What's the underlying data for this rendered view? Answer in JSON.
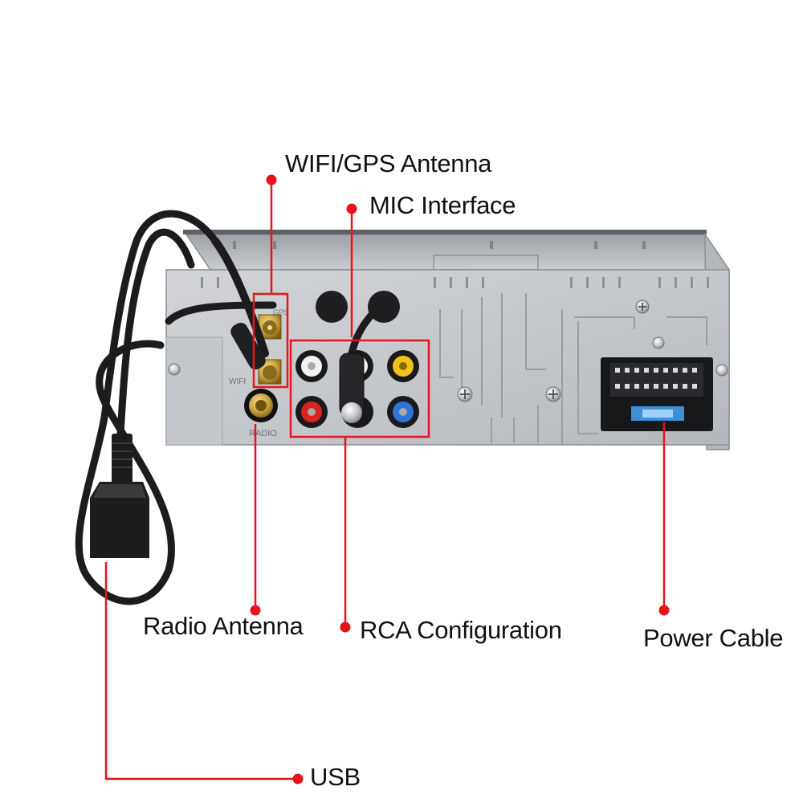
{
  "annotations": {
    "wifi_gps_antenna": "WIFI/GPS Antenna",
    "mic_interface": "MIC Interface",
    "radio_antenna": "Radio Antenna",
    "rca_configuration": "RCA Configuration",
    "power_cable": "Power Cable",
    "usb": "USB"
  },
  "panel_markings": {
    "radio_port": "RADIO",
    "gps_port": "GPS",
    "wifi_port": "WIFI"
  },
  "colors": {
    "callout_red": "#e8141c",
    "chassis": "#c7c9cc",
    "cable": "#1c1c1e",
    "rca_white": "#f2f2f2",
    "rca_red": "#d8241c",
    "rca_yellow": "#f2c21a",
    "rca_blue": "#2f74d8",
    "fuse_blue": "#3f8fd8",
    "gold": "#c9a13a"
  }
}
